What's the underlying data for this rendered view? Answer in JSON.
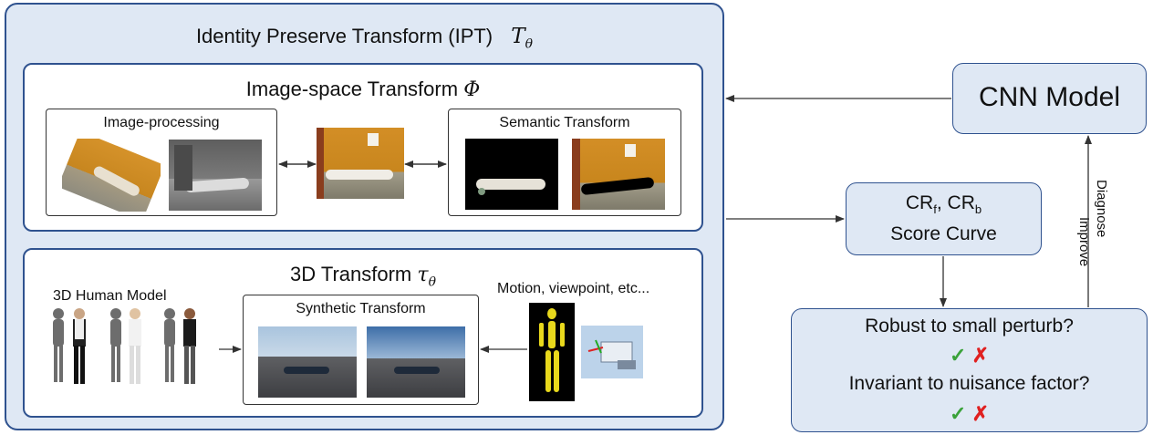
{
  "ipt": {
    "title": "Identity Preserve Transform (IPT)",
    "symbol": "T",
    "symbol_sub": "θ"
  },
  "image_space": {
    "title": "Image-space Transform",
    "symbol": "Φ",
    "processing_title": "Image-processing",
    "semantic_title": "Semantic Transform"
  },
  "three_d": {
    "title": "3D Transform",
    "symbol": "τ",
    "symbol_sub": "θ",
    "human_model_label": "3D Human Model",
    "synthetic_title": "Synthetic Transform",
    "motion_label": "Motion, viewpoint, etc..."
  },
  "cnn": {
    "label": "CNN Model"
  },
  "score": {
    "cr": "CR",
    "cr_f_sub": "f",
    "cr_b_sub": "b",
    "separator": ",",
    "curve": "Score Curve"
  },
  "side_labels": {
    "improve": "Improve",
    "diagnose": "Diagnose"
  },
  "questions": {
    "q1": "Robust to small perturb?",
    "q2": "Invariant to nuisance factor?",
    "check": "✓",
    "cross": "✗"
  },
  "colors": {
    "box_fill": "#dfe8f4",
    "box_border": "#2f528f",
    "check": "#3aa23a",
    "cross": "#e02020"
  }
}
